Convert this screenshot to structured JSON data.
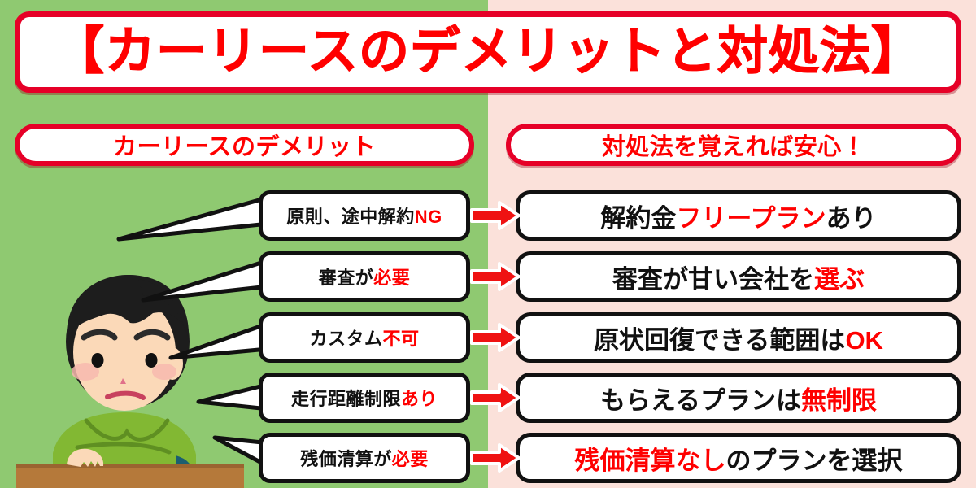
{
  "title": "【カーリースのデメリットと対処法】",
  "colors": {
    "left_panel_bg": "#8fc971",
    "right_panel_bg": "#fbe1da",
    "accent_red": "#ff0000",
    "border_red": "#e60027",
    "box_border": "#111111",
    "text_black": "#111111"
  },
  "headers": {
    "left": "カーリースのデメリット",
    "right": "対処法を覚えれば安心！"
  },
  "rows": [
    {
      "demerit": {
        "plain_before": "原則、途中解約",
        "highlight": "NG",
        "plain_after": "",
        "full": "原則、途中解約NG"
      },
      "solution": {
        "plain_before": "解約金",
        "highlight": "フリープラン",
        "plain_after": "あり",
        "full": "解約金フリープランあり"
      },
      "arrow": "arrow-right-icon"
    },
    {
      "demerit": {
        "plain_before": "審査が",
        "highlight": "必要",
        "plain_after": "",
        "full": "審査が必要"
      },
      "solution": {
        "plain_before": "審査が甘い会社を",
        "highlight": "選ぶ",
        "plain_after": "",
        "full": "審査が甘い会社を選ぶ"
      },
      "arrow": "arrow-right-icon"
    },
    {
      "demerit": {
        "plain_before": "カスタム",
        "highlight": "不可",
        "plain_after": "",
        "full": "カスタム不可"
      },
      "solution": {
        "plain_before": "原状回復できる範囲は",
        "highlight": "OK",
        "plain_after": "",
        "full": "原状回復できる範囲はOK"
      },
      "arrow": "arrow-right-icon"
    },
    {
      "demerit": {
        "plain_before": "走行距離制限",
        "highlight": "あり",
        "plain_after": "",
        "full": "走行距離制限あり"
      },
      "solution": {
        "plain_before": "もらえるプランは",
        "highlight": "無制限",
        "plain_after": "",
        "full": "もらえるプランは無制限"
      },
      "arrow": "arrow-right-icon"
    },
    {
      "demerit": {
        "plain_before": "残価清算が",
        "highlight": "必要",
        "plain_after": "",
        "full": "残価清算が必要"
      },
      "solution": {
        "plain_before": "",
        "highlight": "残価清算なし",
        "plain_after": "のプランを選択",
        "full": "残価清算なしのプランを選択"
      },
      "arrow": "arrow-right-icon"
    }
  ],
  "illustration": {
    "name": "worried-man-at-desk-illustration",
    "description": "困った表情の男性",
    "hair_color": "#1d1d1d",
    "skin_color": "#fbd9b8",
    "shirt_color": "#82b833",
    "desk_color": "#b5793a"
  }
}
